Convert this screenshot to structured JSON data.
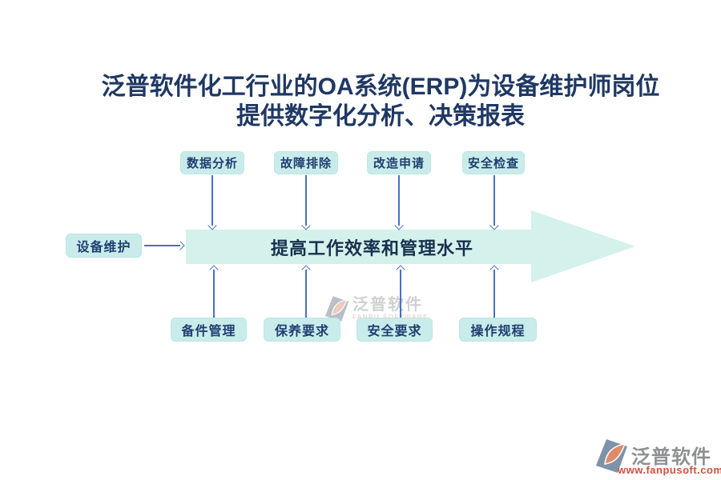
{
  "title": {
    "line1": "泛普软件化工行业的OA系统(ERP)为设备维护师岗位",
    "line2": "提供数字化分析、决策报表"
  },
  "diagram": {
    "input_box": "设备维护",
    "top_boxes": [
      "数据分析",
      "故障排除",
      "改造申请",
      "安全检查"
    ],
    "bottom_boxes": [
      "备件管理",
      "保养要求",
      "安全要求",
      "操作规程"
    ],
    "arrow_label": "提高工作效率和管理水平"
  },
  "watermark": {
    "name": "泛普软件",
    "subtitle": "FANPU SOFTWARE",
    "icon": "fanpu-leaf-logo-icon"
  },
  "footer": {
    "name": "泛普软件",
    "url": "www.fanpusoft.com",
    "icon": "fanpu-leaf-logo-icon"
  },
  "colors": {
    "title_navy": "#1f3864",
    "node_fill": "#c9ecea",
    "node_text": "#1f3e72",
    "big_arrow_fill": "#d4f1ec",
    "connector_blue": "#4472c4",
    "watermark_gray": "#c7c9cb",
    "brand_red": "#cf5040",
    "logo_gray": "#7f93a8",
    "logo_orange": "#e08a66"
  }
}
